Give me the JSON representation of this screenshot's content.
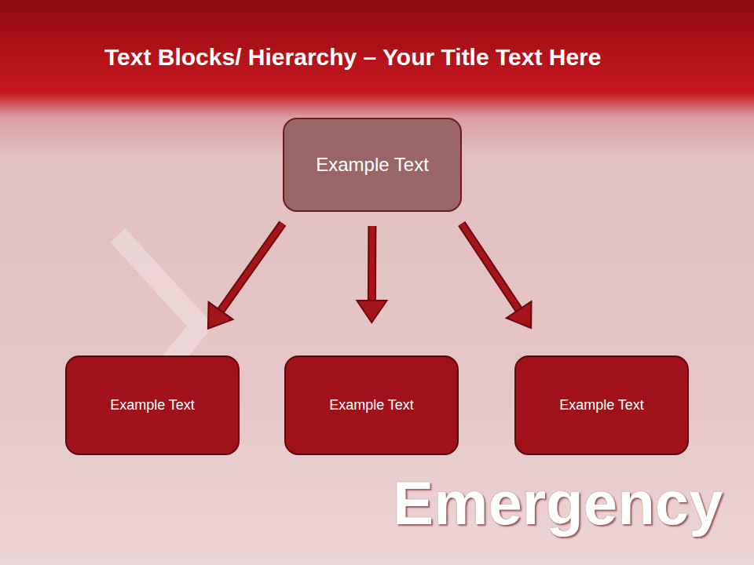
{
  "diagram": {
    "title": "Text Blocks/ Hierarchy – Your Title Text Here",
    "nodes": [
      {
        "text": [
          "Example Text"
        ]
      },
      {
        "text": [
          "Example Text"
        ]
      },
      {
        "text": [
          "Example Text"
        ]
      },
      {
        "text": [
          "Example Text"
        ]
      }
    ],
    "edges": [
      {
        "from": 0,
        "to": 1,
        "arrow": "to"
      },
      {
        "from": 0,
        "to": 2,
        "arrow": "to"
      },
      {
        "from": 0,
        "to": 3,
        "arrow": "to"
      }
    ],
    "labels": [
      "Emergency"
    ]
  }
}
